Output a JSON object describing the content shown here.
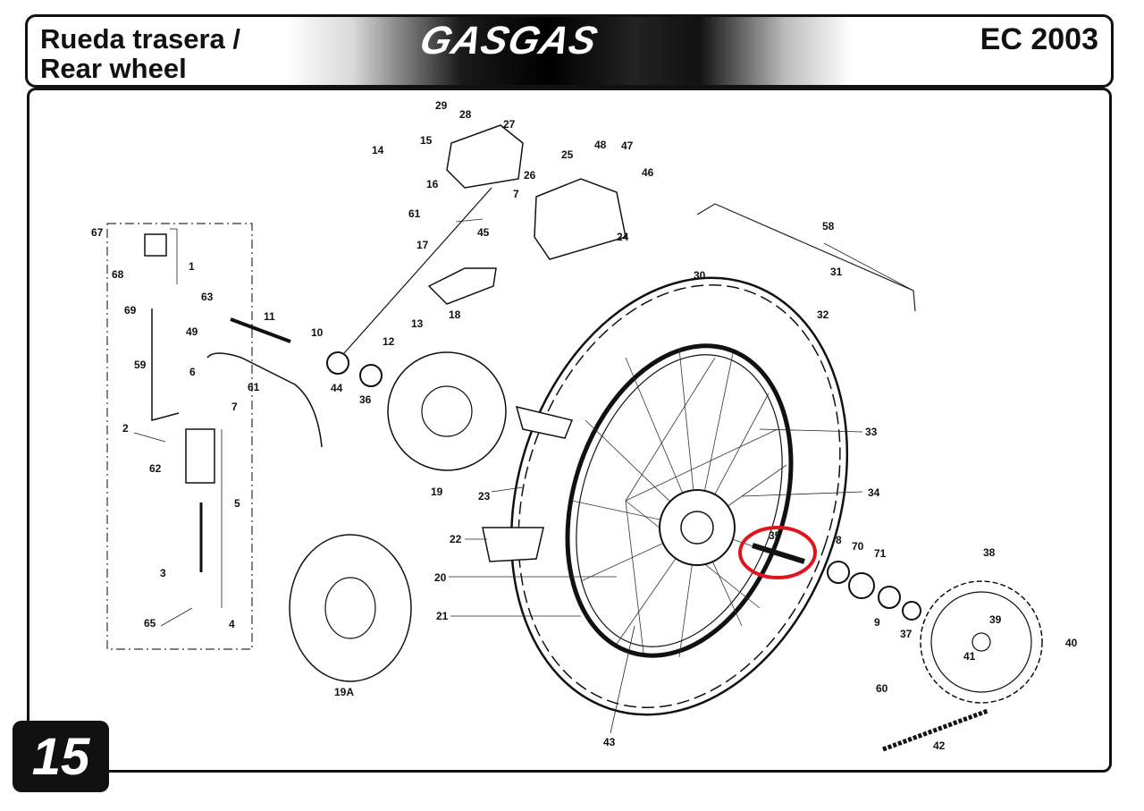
{
  "header": {
    "title_line1": "Rueda trasera /",
    "title_line2": "Rear wheel",
    "brand": "GASGAS",
    "model": "EC 2003"
  },
  "page_number": "15",
  "callouts": [
    "29",
    "28",
    "27",
    "14",
    "15",
    "16",
    "26",
    "7",
    "61",
    "25",
    "48",
    "47",
    "46",
    "24",
    "67",
    "1",
    "68",
    "63",
    "69",
    "17",
    "45",
    "18",
    "13",
    "11",
    "10",
    "49",
    "59",
    "6",
    "61",
    "44",
    "36",
    "12",
    "7",
    "2",
    "62",
    "30",
    "58",
    "31",
    "32",
    "33",
    "34",
    "23",
    "19",
    "22",
    "35",
    "8",
    "70",
    "71",
    "38",
    "20",
    "21",
    "39",
    "40",
    "41",
    "9",
    "37",
    "5",
    "3",
    "65",
    "4",
    "19A",
    "60",
    "42",
    "43"
  ],
  "highlight": {
    "color": "#e0141e",
    "target": "35"
  }
}
